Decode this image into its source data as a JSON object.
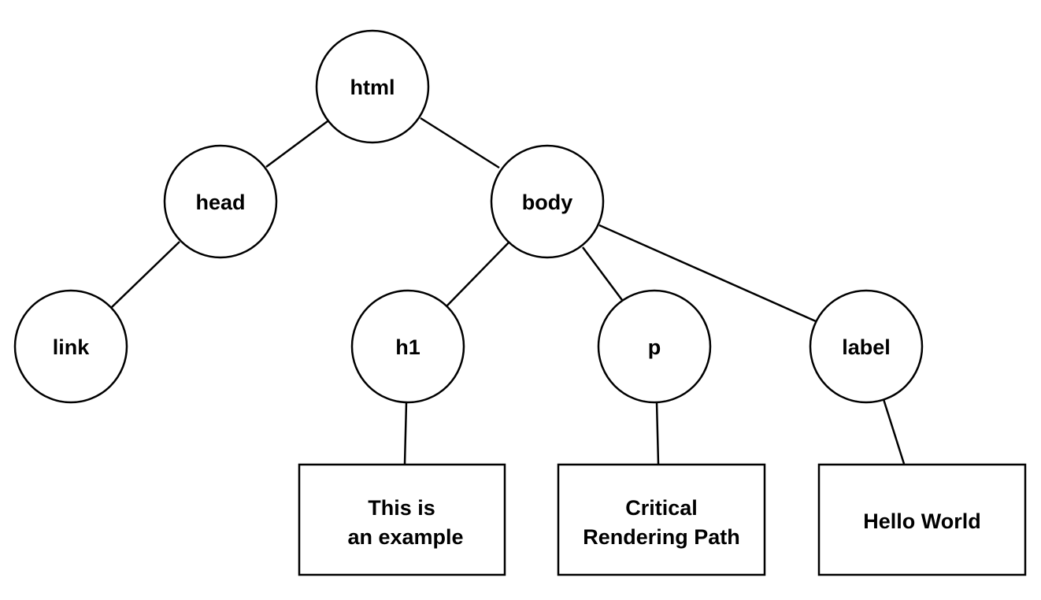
{
  "diagram": {
    "nodes": {
      "html": "html",
      "head": "head",
      "body": "body",
      "link": "link",
      "h1": "h1",
      "p": "p",
      "label": "label"
    },
    "leaves": {
      "h1_text": {
        "line1": "This is",
        "line2": "an example"
      },
      "p_text": {
        "line1": "Critical",
        "line2": "Rendering Path"
      },
      "label_text": {
        "line1": "Hello World"
      }
    },
    "edges": [
      [
        "html",
        "head"
      ],
      [
        "html",
        "body"
      ],
      [
        "head",
        "link"
      ],
      [
        "body",
        "h1"
      ],
      [
        "body",
        "p"
      ],
      [
        "body",
        "label"
      ],
      [
        "h1",
        "h1_text"
      ],
      [
        "p",
        "p_text"
      ],
      [
        "label",
        "label_text"
      ]
    ]
  }
}
